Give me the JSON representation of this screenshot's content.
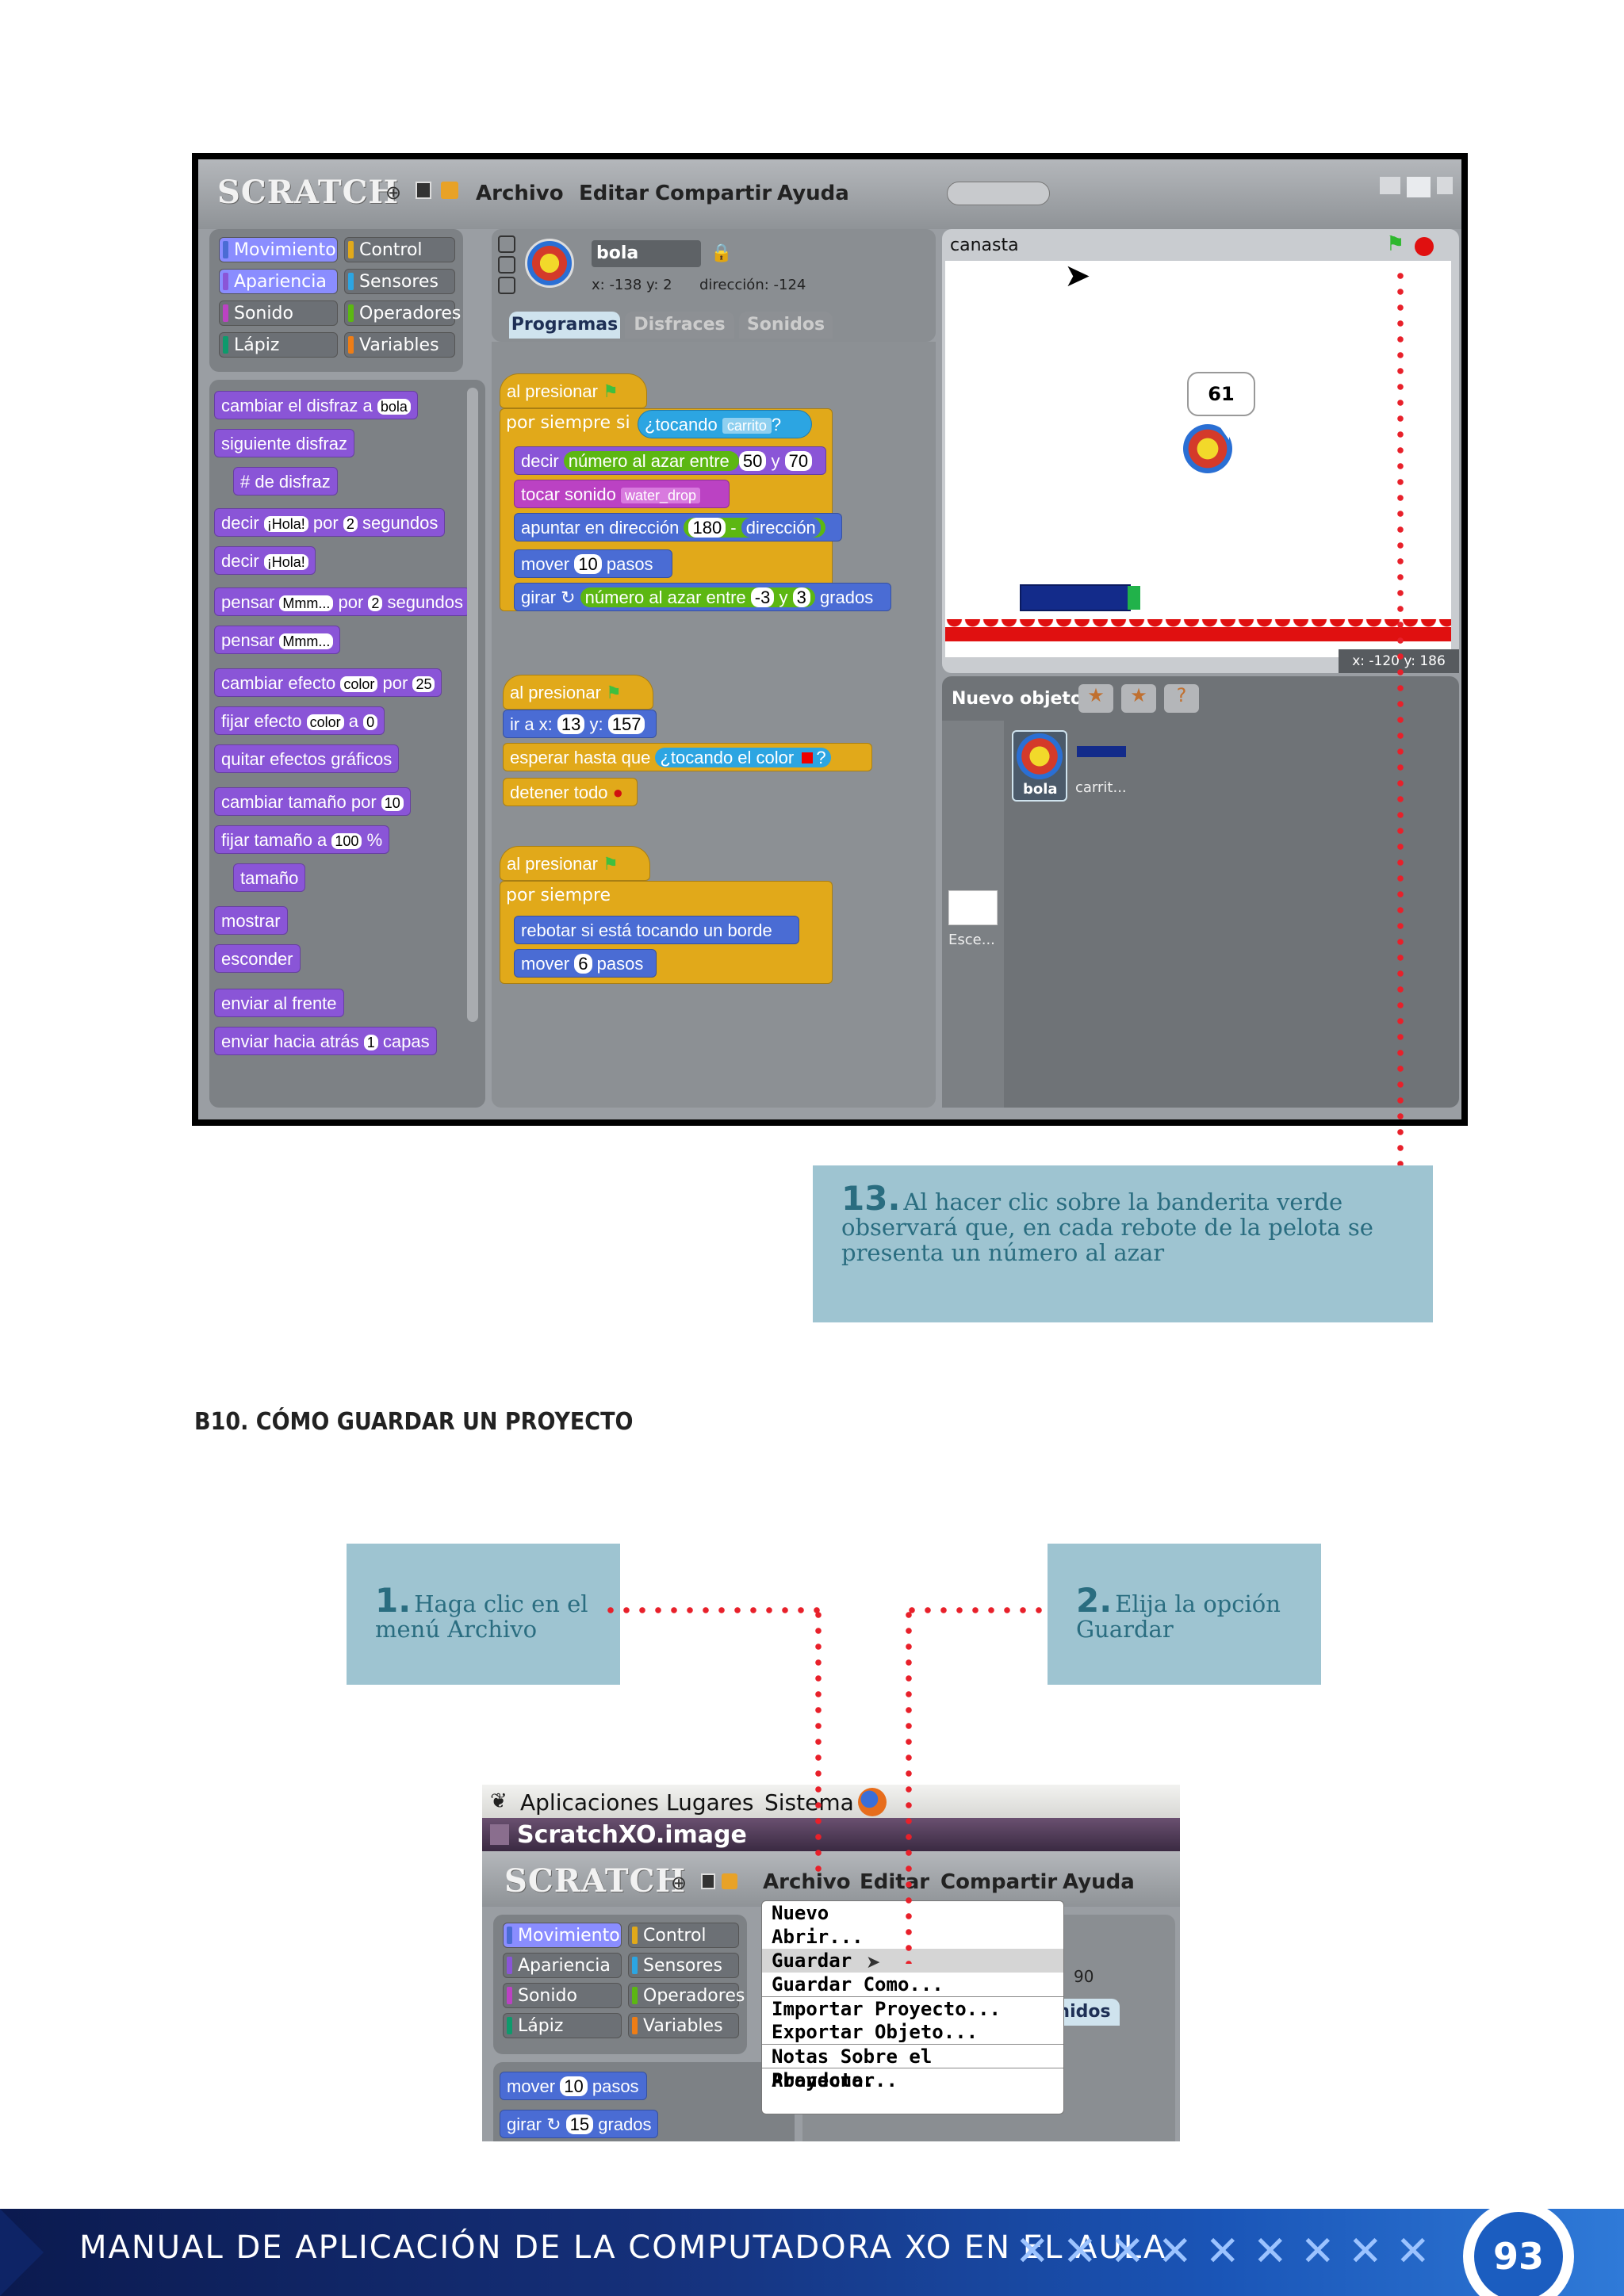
{
  "scratch": {
    "logo": "SCRATCH",
    "menu": [
      "Archivo",
      "Editar",
      "Compartir",
      "Ayuda"
    ],
    "categories": [
      {
        "label": "Movimiento",
        "color": "#4a6cd4"
      },
      {
        "label": "Control",
        "color": "#e1a91a"
      },
      {
        "label": "Apariencia",
        "color": "#8a55d7"
      },
      {
        "label": "Sensores",
        "color": "#2ca5e2"
      },
      {
        "label": "Sonido",
        "color": "#bb42c3"
      },
      {
        "label": "Operadores",
        "color": "#5cb712"
      },
      {
        "label": "Lápiz",
        "color": "#0e9a6c"
      },
      {
        "label": "Variables",
        "color": "#ee7d16"
      }
    ],
    "palette": [
      {
        "parts": [
          "cambiar el disfraz a ",
          "bola"
        ]
      },
      {
        "parts": [
          "siguiente disfraz"
        ]
      },
      {
        "parts": [
          "# de disfraz"
        ]
      },
      {
        "parts": [
          "decir ",
          "¡Hola!",
          " por ",
          "2",
          " segundos"
        ]
      },
      {
        "parts": [
          "decir ",
          "¡Hola!"
        ]
      },
      {
        "parts": [
          "pensar ",
          "Mmm...",
          " por ",
          "2",
          " segundos"
        ]
      },
      {
        "parts": [
          "pensar ",
          "Mmm..."
        ]
      },
      {
        "parts": [
          "cambiar efecto ",
          "color",
          " por ",
          "25"
        ]
      },
      {
        "parts": [
          "fijar efecto ",
          "color",
          " a ",
          "0"
        ]
      },
      {
        "parts": [
          "quitar efectos gráficos"
        ]
      },
      {
        "parts": [
          "cambiar tamaño por ",
          "10"
        ]
      },
      {
        "parts": [
          "fijar tamaño a ",
          "100",
          " %"
        ]
      },
      {
        "parts": [
          "tamaño"
        ]
      },
      {
        "parts": [
          "mostrar"
        ]
      },
      {
        "parts": [
          "esconder"
        ]
      },
      {
        "parts": [
          "enviar al frente"
        ]
      },
      {
        "parts": [
          "enviar hacia atrás ",
          "1",
          " capas"
        ]
      }
    ],
    "sprite": {
      "name": "bola",
      "coords": "x: -138  y: 2",
      "direction": "dirección: -124"
    },
    "tabs": [
      "Programas",
      "Disfraces",
      "Sonidos"
    ],
    "scripts": [
      [
        "al presionar",
        "por siempre si ",
        "¿tocando ",
        "carrito",
        "?",
        "decir ",
        "número al azar entre ",
        "50",
        " y ",
        "70",
        "tocar sonido ",
        "water_drop",
        "apuntar en dirección ",
        "180",
        " - ",
        "dirección",
        "mover ",
        "10",
        " pasos",
        "girar ↻ ",
        "número al azar entre ",
        "-3",
        " y ",
        "3",
        " grados"
      ],
      [
        "al presionar",
        "ir a x: ",
        "13",
        " y: ",
        "157",
        "esperar hasta que ",
        "¿tocando el color ",
        "?",
        "detener todo"
      ],
      [
        "al presionar",
        "por siempre",
        "rebotar si está tocando un borde",
        "mover ",
        "6",
        " pasos"
      ]
    ],
    "stage": {
      "name": "canasta",
      "bubble": "61",
      "mouse": "x: -120  y: 186"
    },
    "new_sprite": "Nuevo objeto:",
    "sprites": [
      {
        "name": "bola"
      },
      {
        "name": "carrit..."
      }
    ],
    "stage_thumb": "Esce..."
  },
  "caption13": {
    "num": "13.",
    "text": "Al hacer clic sobre la banderita verde observará que, en cada rebote de la pelota se presenta un número al azar"
  },
  "heading": "B10. CÓMO GUARDAR UN PROYECTO",
  "caption1": {
    "num": "1.",
    "text": "Haga clic en el menú Archivo"
  },
  "caption2": {
    "num": "2.",
    "text": "Elija la opción Guardar"
  },
  "shot2": {
    "gnome": [
      "Aplicaciones",
      "Lugares",
      "Sistema"
    ],
    "window_title": "ScratchXO.image",
    "logo": "SCRATCH",
    "menu": [
      "Archivo",
      "Editar",
      "Compartir",
      "Ayuda"
    ],
    "categories": [
      "Movimiento",
      "Control",
      "Apariencia",
      "Sensores",
      "Sonido",
      "Operadores",
      "Lápiz",
      "Variables"
    ],
    "dropdown": [
      "Nuevo",
      "Abrir...",
      "Guardar",
      "Guardar Como...",
      "Importar Proyecto...",
      "Exportar Objeto...",
      "Notas Sobre el Proyecto...",
      "Abandonar"
    ],
    "blocks": [
      [
        "mover ",
        "10",
        " pasos"
      ],
      [
        "girar ↻ ",
        "15",
        " grados"
      ]
    ],
    "partial": [
      "90",
      "nidos"
    ]
  },
  "footer": {
    "title": "MANUAL DE APLICACIÓN DE LA COMPUTADORA XO EN EL AULA",
    "page": "93"
  }
}
